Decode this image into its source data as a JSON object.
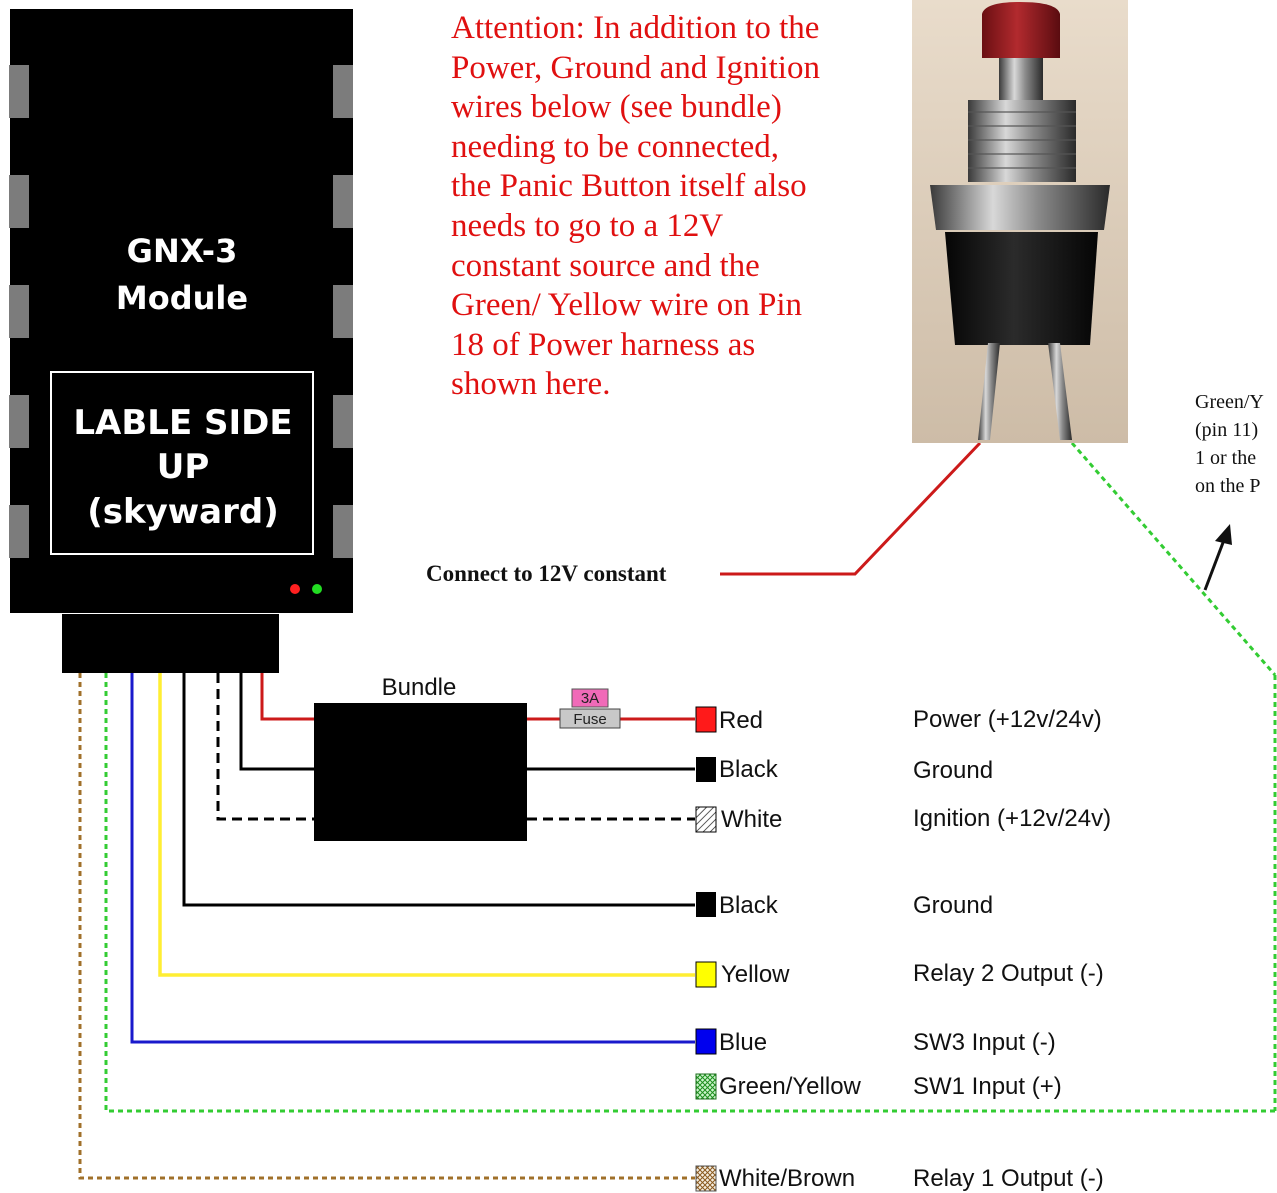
{
  "module": {
    "title_line1": "GNX-3",
    "title_line2": "Module",
    "label_line1": "LABLE SIDE",
    "label_line2": "UP",
    "label_line3": "(skyward)"
  },
  "attention_text": "Attention: In addition to the Power, Ground and Ignition wires below (see bundle) needing to be connected, the Panic Button itself also needs to go to a 12V constant source and the Green/ Yellow wire on Pin 18 of Power harness as shown here.",
  "connect_label": "Connect to 12V constant",
  "side_note": [
    "Green/Y",
    "(pin 11)",
    "1 or the",
    "on the P"
  ],
  "bundle_label": "Bundle",
  "fuse": {
    "rating": "3A",
    "label": "Fuse"
  },
  "wires": [
    {
      "color_name": "Red",
      "function": "Power (+12v/24v)",
      "swatch": "#ff1a1a"
    },
    {
      "color_name": "Black",
      "function": "Ground",
      "swatch": "#000000"
    },
    {
      "color_name": "White",
      "function": "Ignition (+12v/24v)",
      "swatch": "hatch"
    },
    {
      "color_name": "Black",
      "function": "Ground",
      "swatch": "#000000"
    },
    {
      "color_name": "Yellow",
      "function": "Relay 2 Output (-)",
      "swatch": "#ffff00"
    },
    {
      "color_name": "Blue",
      "function": "SW3 Input (-)",
      "swatch": "#0000ee"
    },
    {
      "color_name": "Green/Yellow",
      "function": "SW1 Input (+)",
      "swatch": "green-hatch"
    },
    {
      "color_name": "White/Brown",
      "function": "Relay 1 Output (-)",
      "swatch": "brown-hatch"
    }
  ],
  "colors": {
    "attention": "#e01010",
    "red_wire": "#cc1a1a",
    "green_wire": "#33cc33",
    "yellow_wire": "#ffee33",
    "blue_wire": "#1a1acc",
    "brown_wire": "#a0702a",
    "fuse_rating_bg": "#f06ab8"
  }
}
